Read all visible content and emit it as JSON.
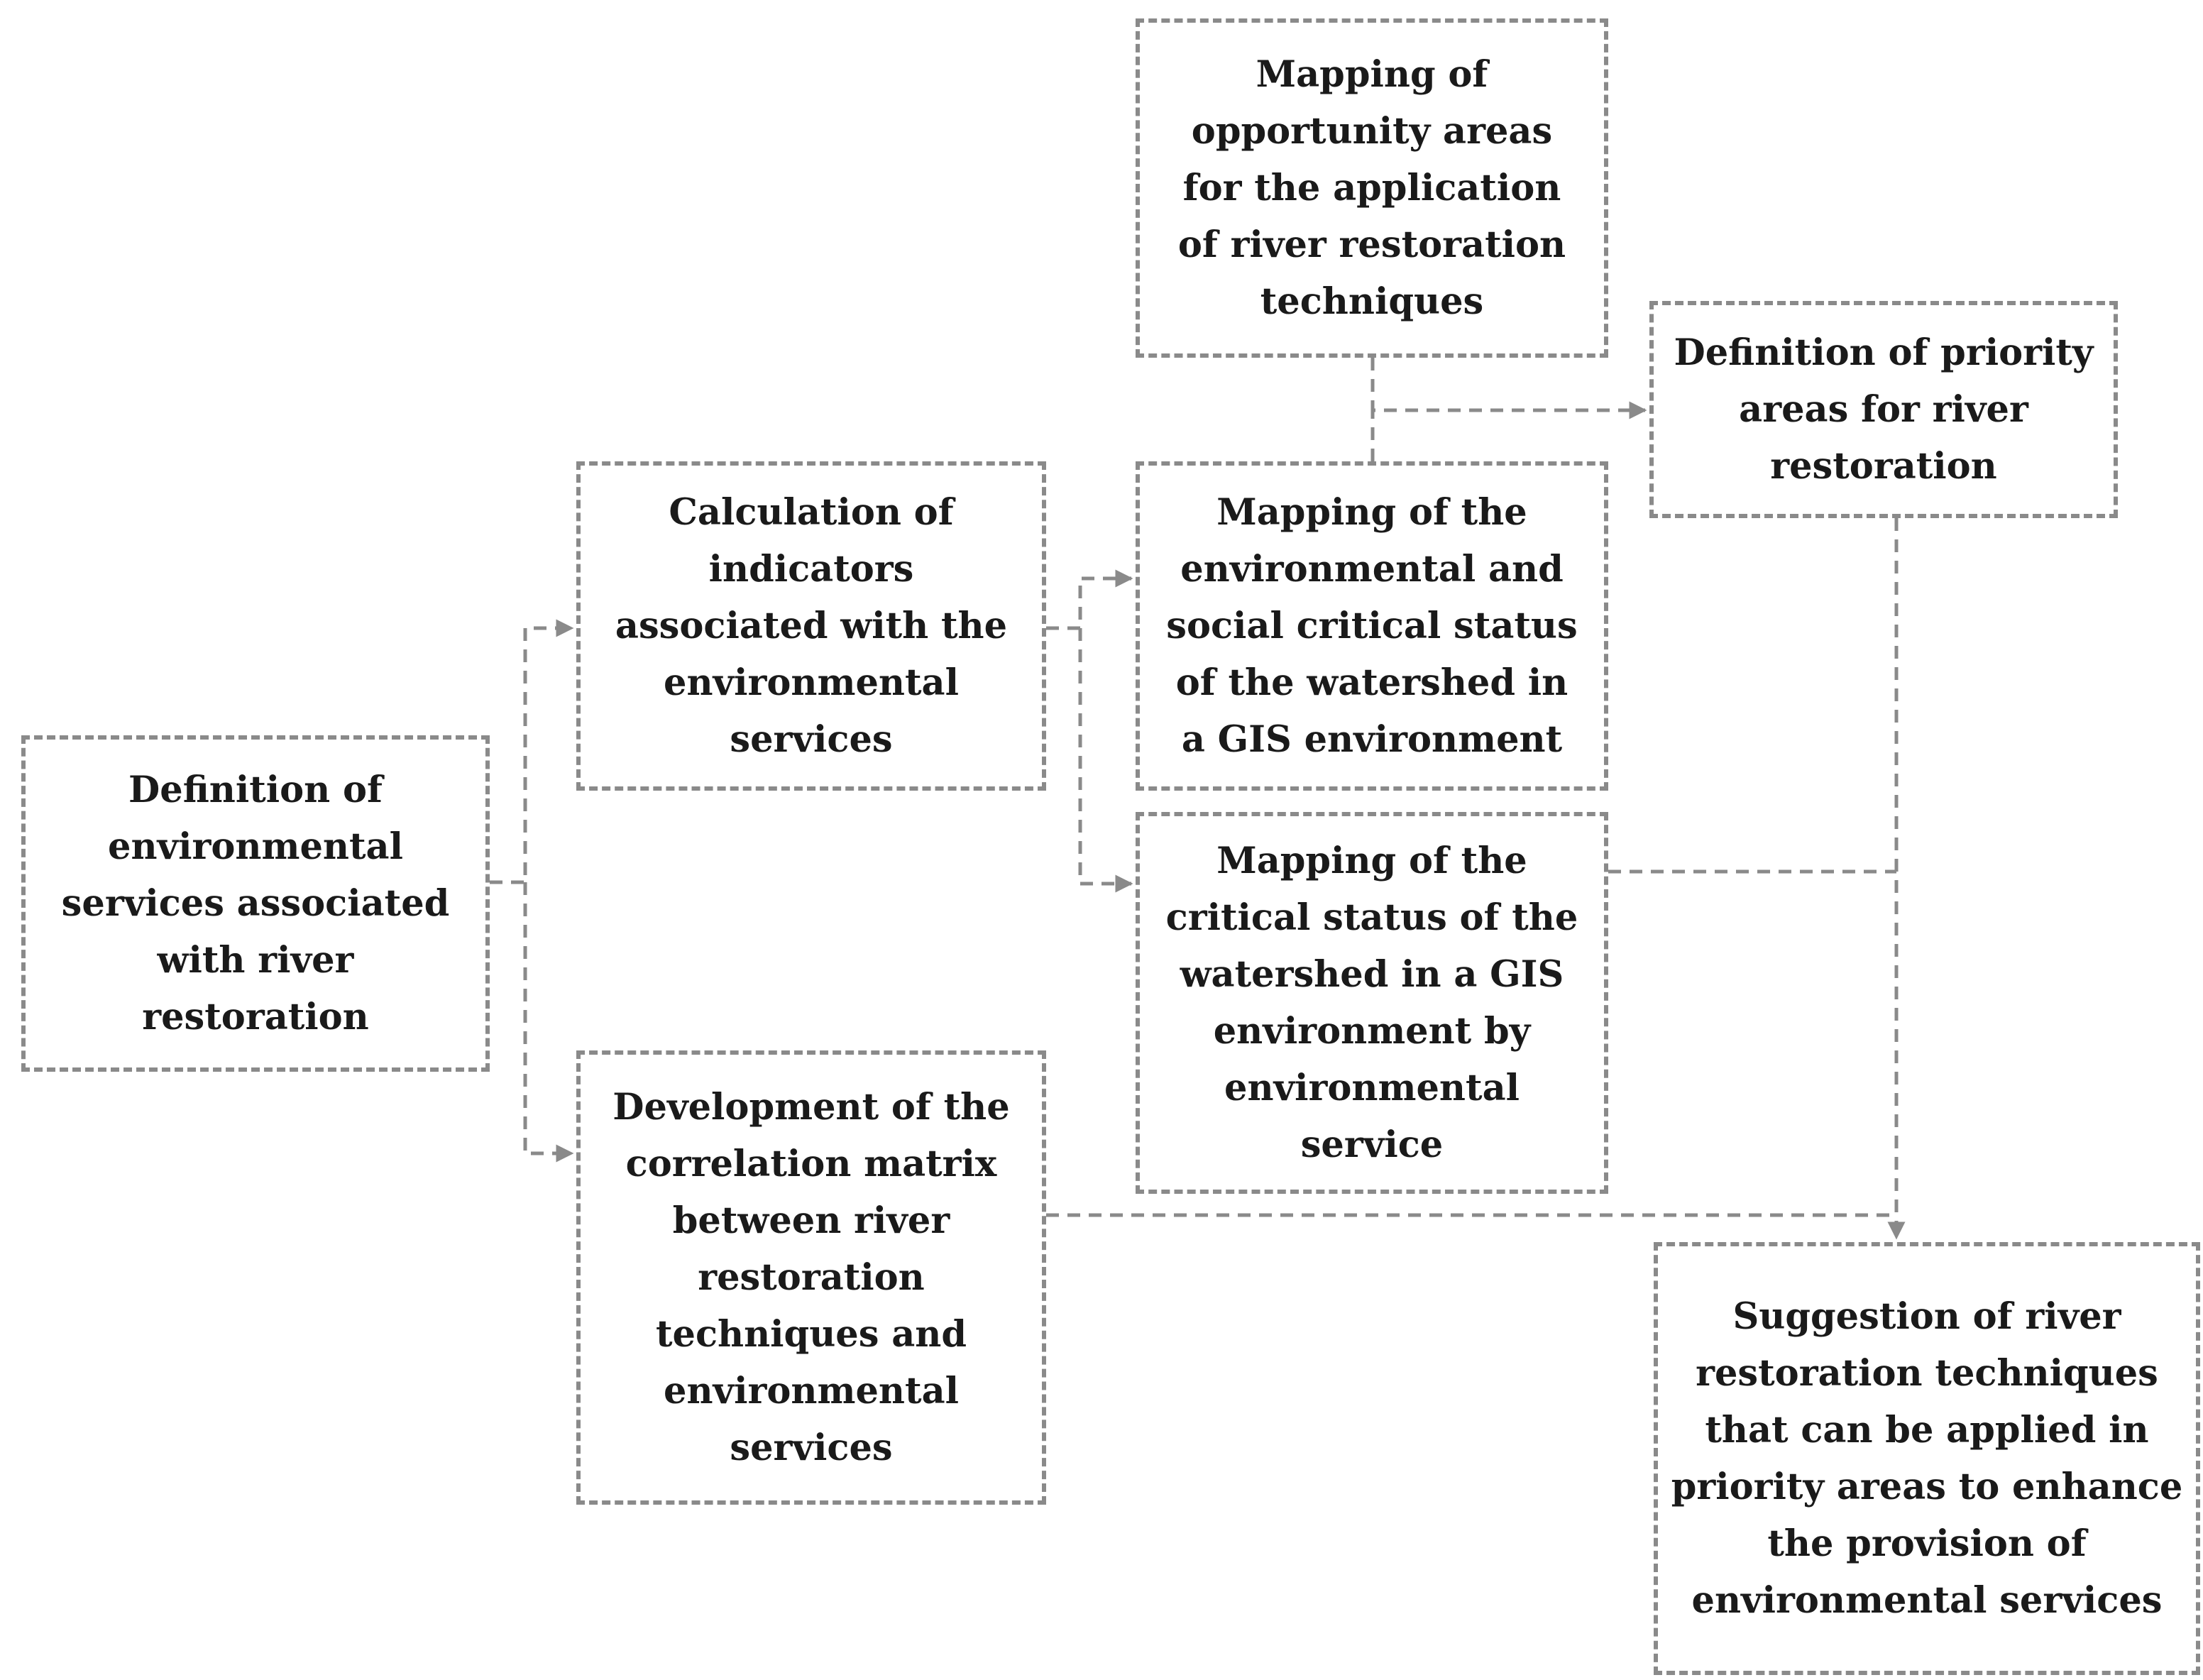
{
  "colors": {
    "box_border": "#8a8a8a",
    "connector": "#8a8a8a",
    "text": "#1a1a1a",
    "background": "#ffffff"
  },
  "nodes": {
    "es_definition": "Definition of\nenvironmental\nservices associated\nwith river\nrestoration",
    "indicators": "Calculation of\nindicators\nassociated with the\nenvironmental\nservices",
    "correlation_matrix": "Development of the\ncorrelation matrix\nbetween river\nrestoration\ntechniques and\nenvironmental\nservices",
    "opportunity_mapping": "Mapping of\nopportunity areas\nfor the application\nof river restoration\ntechniques",
    "env_social_mapping": "Mapping of the\nenvironmental and\nsocial critical status\nof the watershed in\na GIS environment",
    "critical_by_service": "Mapping of the\ncritical status of the\nwatershed in a GIS\nenvironment by\nenvironmental\nservice",
    "priority_areas": "Definition of priority\nareas for river\nrestoration",
    "technique_suggestion": "Suggestion of river\nrestoration techniques\nthat can be applied in\npriority areas to enhance\nthe provision of\nenvironmental services"
  },
  "edges": [
    {
      "from": "es_definition",
      "to": "indicators"
    },
    {
      "from": "es_definition",
      "to": "correlation_matrix"
    },
    {
      "from": "indicators",
      "to": "env_social_mapping"
    },
    {
      "from": "indicators",
      "to": "critical_by_service"
    },
    {
      "from": "opportunity_mapping",
      "to": "priority_areas"
    },
    {
      "from": "env_social_mapping",
      "to": "priority_areas"
    },
    {
      "from": "priority_areas",
      "to": "technique_suggestion"
    },
    {
      "from": "critical_by_service",
      "to": "technique_suggestion"
    },
    {
      "from": "correlation_matrix",
      "to": "technique_suggestion"
    }
  ]
}
